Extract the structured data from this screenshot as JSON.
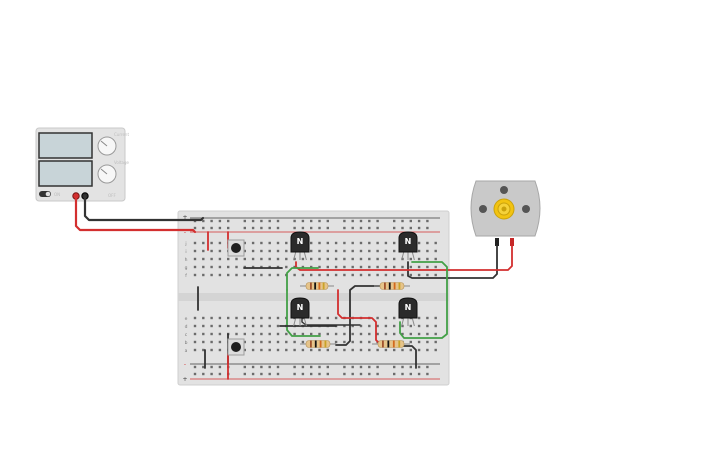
{
  "transistor_label": "N",
  "power_supply": {
    "knob_top_caption": "Current",
    "knob_bottom_caption": "Voltage",
    "switch_caption": "ON",
    "corner_caption": "OFF"
  },
  "breadboard": {
    "row_letters_top": [
      "j",
      "i",
      "h",
      "g",
      "f"
    ],
    "row_letters_bottom": [
      "e",
      "d",
      "c",
      "b",
      "a"
    ],
    "rail_signs": [
      "+",
      "-",
      "-",
      "+"
    ],
    "column_count": 30
  },
  "colors": {
    "wire_red": "#d32f2f",
    "wire_black": "#333333",
    "wire_green": "#43a047",
    "board": "#e2e2e2",
    "motor_hub": "#f2c311",
    "transistor": "#2b2b2b"
  }
}
